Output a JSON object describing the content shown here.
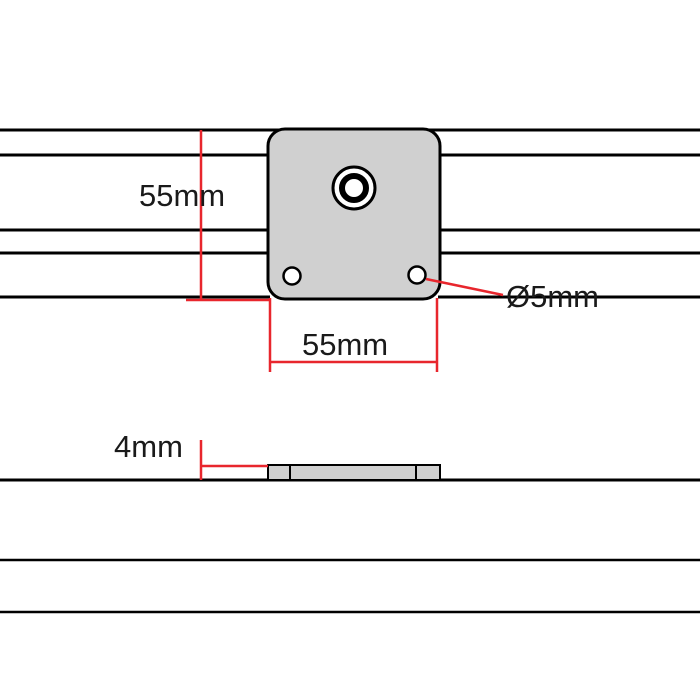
{
  "colors": {
    "outline": "#000000",
    "plate_fill": "#d0d0d0",
    "dimension": "#e8262d",
    "background": "#ffffff"
  },
  "labels": {
    "vertical_spacing": "55mm",
    "horizontal_spacing": "55mm",
    "hole_diameter": "Ø5mm",
    "plate_thickness": "4mm"
  }
}
